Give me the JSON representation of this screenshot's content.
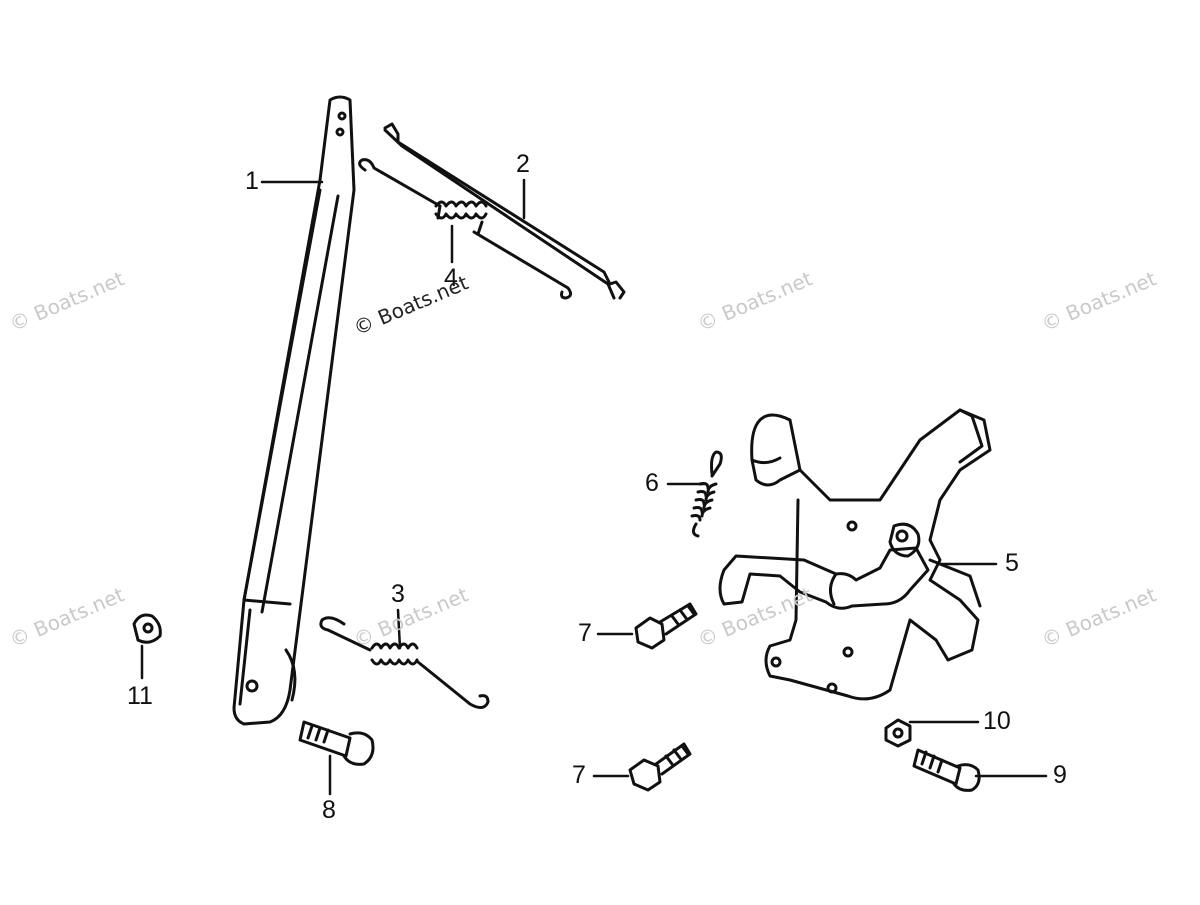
{
  "diagram": {
    "callouts": {
      "c1": "1",
      "c2": "2",
      "c3": "3",
      "c4": "4",
      "c5": "5",
      "c6": "6",
      "c7a": "7",
      "c7b": "7",
      "c8": "8",
      "c9": "9",
      "c10": "10",
      "c11": "11"
    },
    "watermarks": {
      "w1": "© Boats.net",
      "w2": "© Boats.net",
      "w3": "© Boats.net",
      "w4": "© Boats.net",
      "w5": "© Boats.net",
      "w6": "© Boats.net",
      "w7": "© Boats.net",
      "w8": "© Boats.net"
    }
  },
  "colors": {
    "ink": "#111111",
    "watermark": "#c9c9c9",
    "background": "#ffffff"
  }
}
